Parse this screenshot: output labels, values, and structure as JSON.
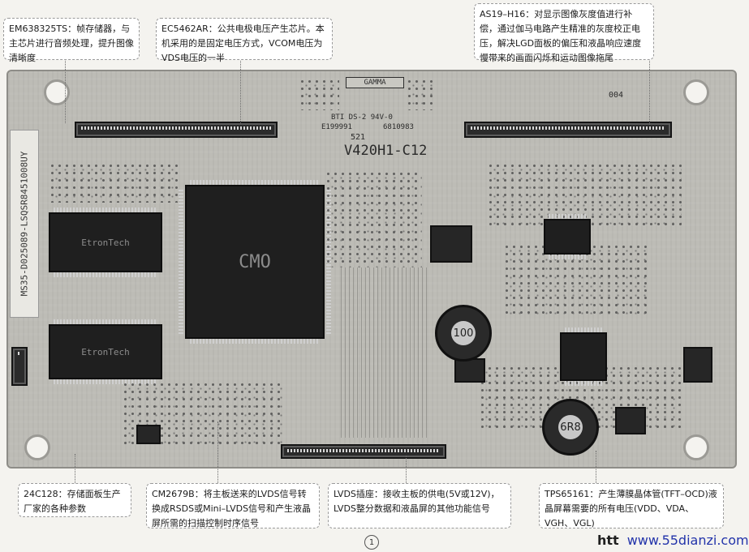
{
  "callouts": {
    "em638325ts": "EM638325TS：帧存储器，与主芯片进行音频处理，提升图像清晰度",
    "ec5462ar": "EC5462AR：公共电极电压产生芯片。本机采用的是固定电压方式，VCOM电压为VDS电压的一半",
    "as19h16": "AS19–H16：对显示图像灰度值进行补偿，通过伽马电路产生精准的灰度校正电压，解决LGD面板的偏压和液晶响应速度慢带来的画面闪烁和运动图像拖尾",
    "c24c128": "24C128：存储面板生产厂家的各种参数",
    "cm2679b": "CM2679B：将主板送来的LVDS信号转换成RSDS或Mini–LVDS信号和产生液晶屏所需的扫描控制时序信号",
    "lvds": "LVDS插座：接收主板的供电(5V或12V)，LVDS整分数据和液晶屏的其他功能信号",
    "tps65161": "TPS65161：产生薄膜晶体管(TFT–OCD)液晶屏幕需要的所有电压(VDD、VDA、VGH、VGL)"
  },
  "board": {
    "model_label": "V420H1-C12",
    "gamma_label": "GAMMA",
    "side_label": "MS35-D025089-LSQSR8451008UY",
    "code_004": "004",
    "bti_label": "BTI DS-2 94V-0",
    "e_label": "E199991",
    "num_label": "6810983",
    "n521": "521",
    "inductor_1": "100",
    "inductor_2": "6R8",
    "chip_main": "CMO",
    "chip_mem1": "EtronTech",
    "chip_mem2": "EtronTech"
  },
  "footer": {
    "page_number": "1",
    "watermark_prefix": "htt",
    "watermark": "www.55dianzi.com"
  }
}
